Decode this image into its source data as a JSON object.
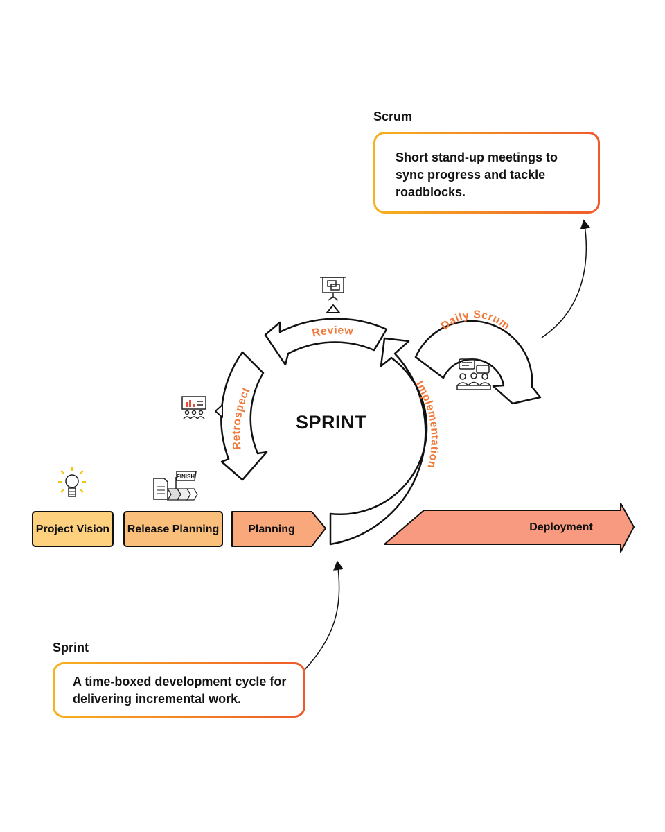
{
  "scrum_callout": {
    "title": "Scrum",
    "text": "Short stand-up meetings to sync progress and tackle roadblocks."
  },
  "sprint_callout": {
    "title": "Sprint",
    "text": "A time-boxed development cycle for delivering incremental work."
  },
  "cycle": {
    "center_title": "SPRINT",
    "review": "Review",
    "retrospect": "Retrospect",
    "implementation": "Implementation",
    "daily_scrum": "Daily Scrum"
  },
  "stages": {
    "project_vision": "Project Vision",
    "release_planning": "Release Planning",
    "planning": "Planning",
    "deployment": "Deployment"
  },
  "icons": {
    "finish_flag_text": "FINISH"
  },
  "colors": {
    "accent_orange": "#ef7a3a",
    "gradient_start": "#f6b21e",
    "gradient_end": "#ef5a2b",
    "vision_fill": "#fdd17e",
    "release_fill": "#fbbf7c",
    "planning_fill": "#f8a87a",
    "deployment_fill": "#f89a80"
  }
}
